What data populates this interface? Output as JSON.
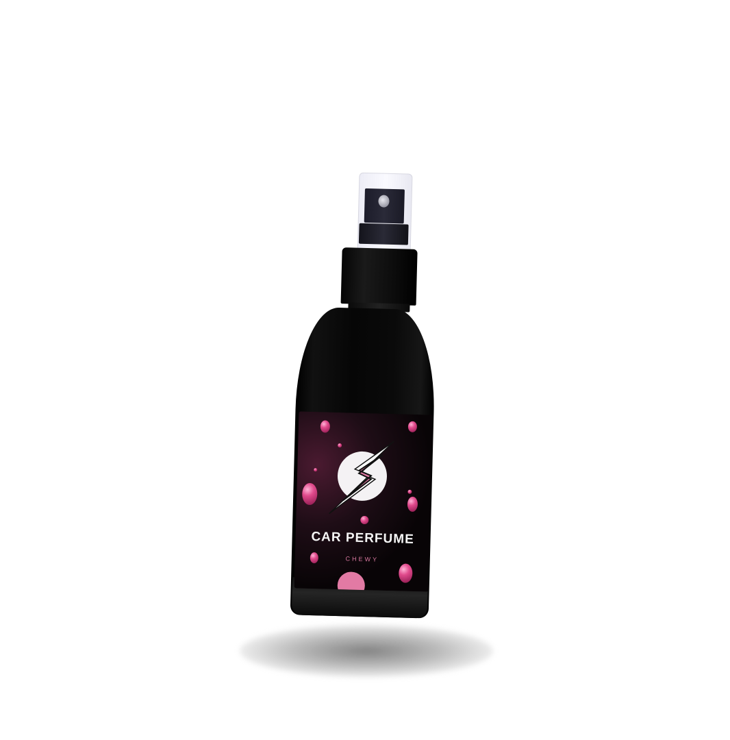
{
  "image": {
    "description": "Product photo of a black spray bottle car perfume on white background",
    "background_color": "#ffffff"
  },
  "product": {
    "title": "CAR PERFUME",
    "scent": "CHEWY",
    "logo": "lightning-bolt-icon",
    "colors": {
      "bottle": "#0a0a0a",
      "accent_pink": "#e04a8c",
      "logo_circle": "#f4f2f4",
      "scent_text": "#d7789f",
      "title_text": "#f5f5f5"
    }
  }
}
